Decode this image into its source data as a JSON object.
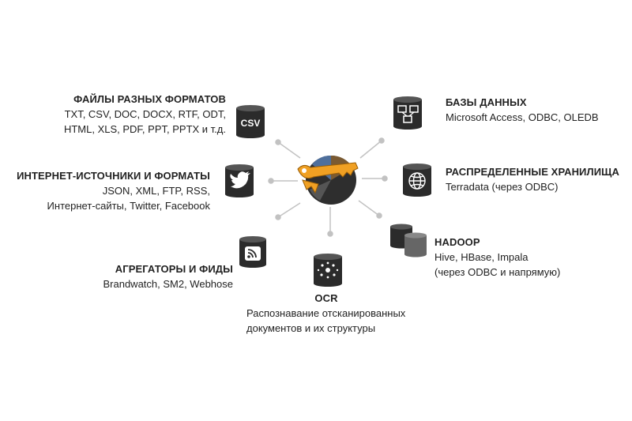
{
  "nodes": [
    {
      "id": "files",
      "icon": "csv-database-icon",
      "icon_text": "CSV",
      "title": "ФАЙЛЫ РАЗНЫХ ФОРМАТОВ",
      "lines": [
        "TXT, CSV, DOC, DOCX, RTF, ODT,",
        "HTML, XLS, PDF, PPT, PPTX и т.д."
      ]
    },
    {
      "id": "internet",
      "icon": "twitter-icon",
      "title": "ИНТЕРНЕТ-ИСТОЧНИКИ И ФОРМАТЫ",
      "lines": [
        "JSON, XML, FTP, RSS,",
        "Интернет-сайты, Twitter, Facebook"
      ]
    },
    {
      "id": "aggregators",
      "icon": "rss-feed-icon",
      "title": "АГРЕГАТОРЫ И ФИДЫ",
      "lines": [
        "Brandwatch, SM2, Webhose"
      ]
    },
    {
      "id": "ocr",
      "icon": "ocr-database-icon",
      "title": "OCR",
      "lines": [
        "Распознавание отсканированных",
        "документов и их структуры"
      ]
    },
    {
      "id": "databases",
      "icon": "database-tables-icon",
      "title": "БАЗЫ ДАННЫХ",
      "lines": [
        "Microsoft Access, ODBC, OLEDB"
      ]
    },
    {
      "id": "distributed",
      "icon": "globe-database-icon",
      "title": "РАСПРЕДЕЛЕННЫЕ ХРАНИЛИЩА",
      "lines": [
        "Terradata (через ODBC)"
      ]
    },
    {
      "id": "hadoop",
      "icon": "hadoop-cluster-icon",
      "title": "HADOOP",
      "lines": [
        "Hive, HBase, Impala",
        "(через ODBC и напрямую)"
      ]
    }
  ],
  "colors": {
    "icon_dark": "#2b2b2b",
    "icon_gray": "#666666",
    "connector": "#c2c2c2",
    "key_gold": "#f0a023",
    "globe_blue": "#4e6f9c",
    "globe_brown": "#7a5a32"
  }
}
